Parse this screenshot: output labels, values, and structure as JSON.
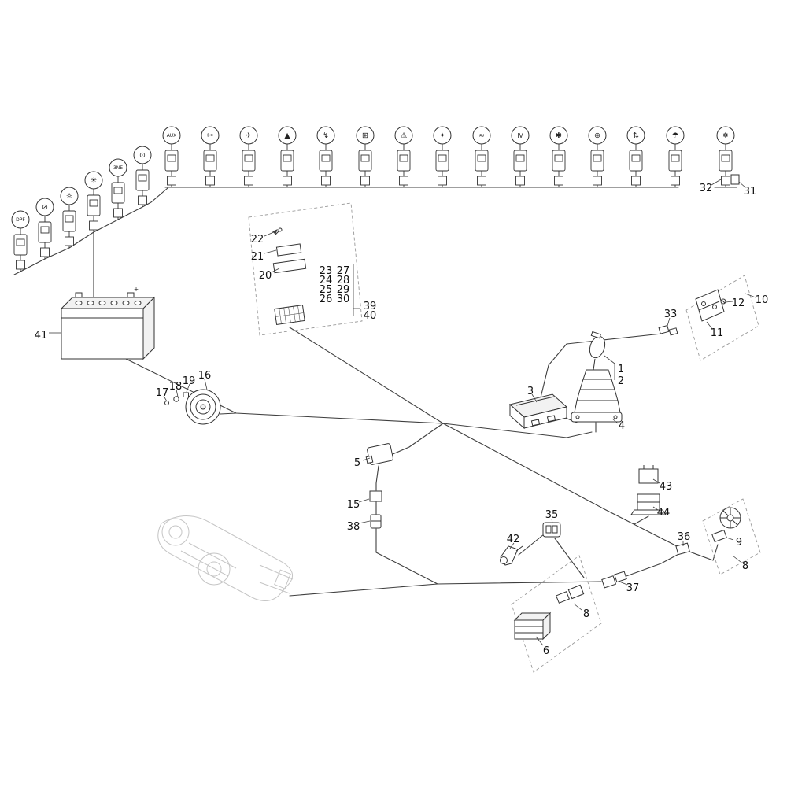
{
  "page": {
    "background": "#ffffff",
    "line_color": "#3f3f3f",
    "ghost_color": "#c5c5c5",
    "dashed_color": "#9a9a9a"
  },
  "top_switches": {
    "items": [
      {
        "name": "aux-switch",
        "glyph": "AUX"
      },
      {
        "name": "implement-switch",
        "glyph": "✂"
      },
      {
        "name": "float-switch",
        "glyph": "✈"
      },
      {
        "name": "incline-switch",
        "glyph": "▲"
      },
      {
        "name": "power-switch",
        "glyph": "↯"
      },
      {
        "name": "trailer-switch",
        "glyph": "⊞"
      },
      {
        "name": "hazard-switch",
        "glyph": "⚠"
      },
      {
        "name": "valve-switch",
        "glyph": "✦"
      },
      {
        "name": "suspension-switch",
        "glyph": "≈"
      },
      {
        "name": "aux4-switch",
        "glyph": "IV"
      },
      {
        "name": "fan-switch",
        "glyph": "✱"
      },
      {
        "name": "diff-lock-switch",
        "glyph": "⊕"
      },
      {
        "name": "lift-switch",
        "glyph": "⇅"
      },
      {
        "name": "wiper-switch",
        "glyph": "☂"
      },
      {
        "name": "ac-switch",
        "glyph": "❄"
      }
    ]
  },
  "side_switches": {
    "items": [
      {
        "name": "beacon-switch",
        "glyph": "⊙"
      },
      {
        "name": "mode-switch",
        "glyph": "3NE"
      },
      {
        "name": "worklight-switch",
        "glyph": "☀"
      },
      {
        "name": "light-switch",
        "glyph": "☼"
      },
      {
        "name": "off-switch",
        "glyph": "⊘"
      },
      {
        "name": "dpf-switch",
        "glyph": "DPF"
      }
    ]
  },
  "battery": {
    "plus": "+"
  },
  "callouts": {
    "c1": "1",
    "c2": "2",
    "c3": "3",
    "c4": "4",
    "c5": "5",
    "c6": "6",
    "c8_right": "8",
    "c8_bottom": "8",
    "c9": "9",
    "c10": "10",
    "c11": "11",
    "c12": "12",
    "c15": "15",
    "c16": "16",
    "c17": "17",
    "c18": "18",
    "c19": "19",
    "c20": "20",
    "c21": "21",
    "c22": "22",
    "c23": "23",
    "c24": "24",
    "c25": "25",
    "c26": "26",
    "c27": "27",
    "c28": "28",
    "c29": "29",
    "c30": "30",
    "c31": "31",
    "c32": "32",
    "c33": "33",
    "c35": "35",
    "c36": "36",
    "c37": "37",
    "c38": "38",
    "c39": "39",
    "c40": "40",
    "c41": "41",
    "c42": "42",
    "c43": "43",
    "c44": "44"
  }
}
